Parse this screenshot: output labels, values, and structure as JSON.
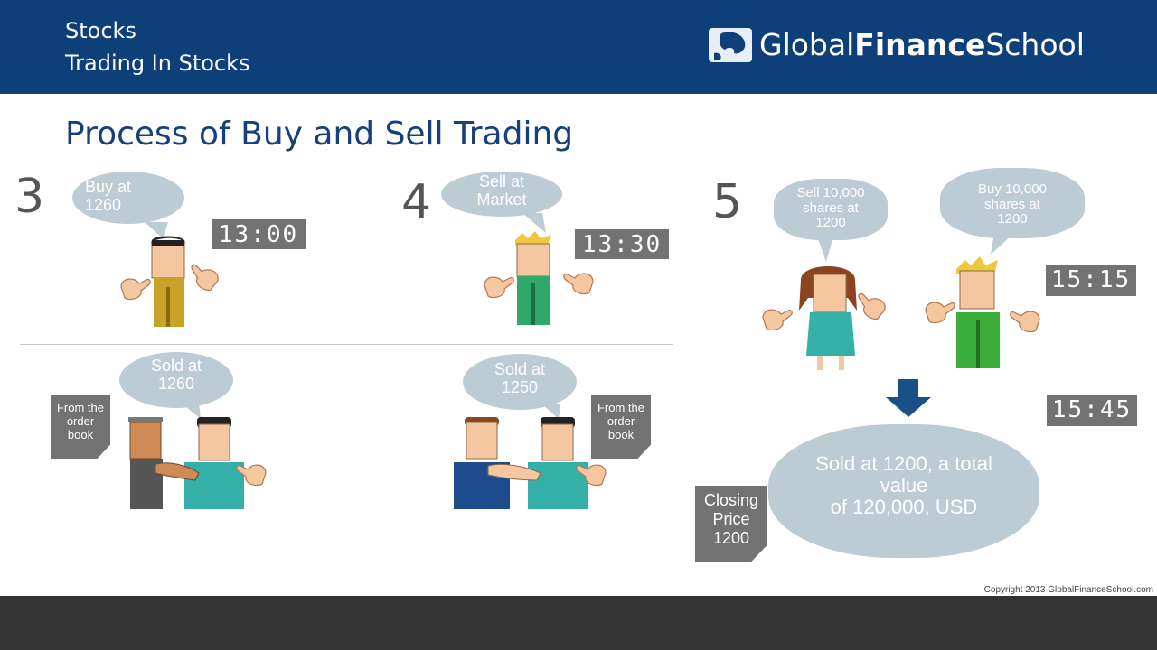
{
  "header": {
    "line1": "Stocks",
    "line2": "Trading In Stocks"
  },
  "logo": {
    "prefix": "Global",
    "middle": "Finance",
    "suffix": "School"
  },
  "title": "Process of Buy and Sell Trading",
  "steps": {
    "s3": {
      "number": "3",
      "bubble": [
        "Buy at",
        "1260"
      ],
      "clock": "13:00",
      "result_bubble": [
        "Sold at",
        "1260"
      ],
      "note": [
        "From the",
        "order",
        "book"
      ]
    },
    "s4": {
      "number": "4",
      "bubble": [
        "Sell at",
        "Market"
      ],
      "clock": "13:30",
      "result_bubble": [
        "Sold at",
        "1250"
      ],
      "note": [
        "From the",
        "order",
        "book"
      ]
    },
    "s5": {
      "number": "5",
      "seller_bubble": [
        "Sell 10,000",
        "shares at",
        "1200"
      ],
      "buyer_bubble": [
        "Buy 10,000",
        "shares at",
        "1200"
      ],
      "clock1": "15:15",
      "clock2": "15:45",
      "result_cloud": [
        "Sold at 1200, a total",
        "value",
        "of 120,000, USD"
      ],
      "closing_note": [
        "Closing",
        "Price",
        "1200"
      ]
    }
  },
  "copyright": "Copyright 2013 GlobalFinanceSchool.com",
  "colors": {
    "header_bg": "#0e3f78",
    "title": "#16407a",
    "bubble": "#bcccd4",
    "clock": "#727272",
    "arrow": "#1b4f88",
    "footer": "#333333"
  }
}
